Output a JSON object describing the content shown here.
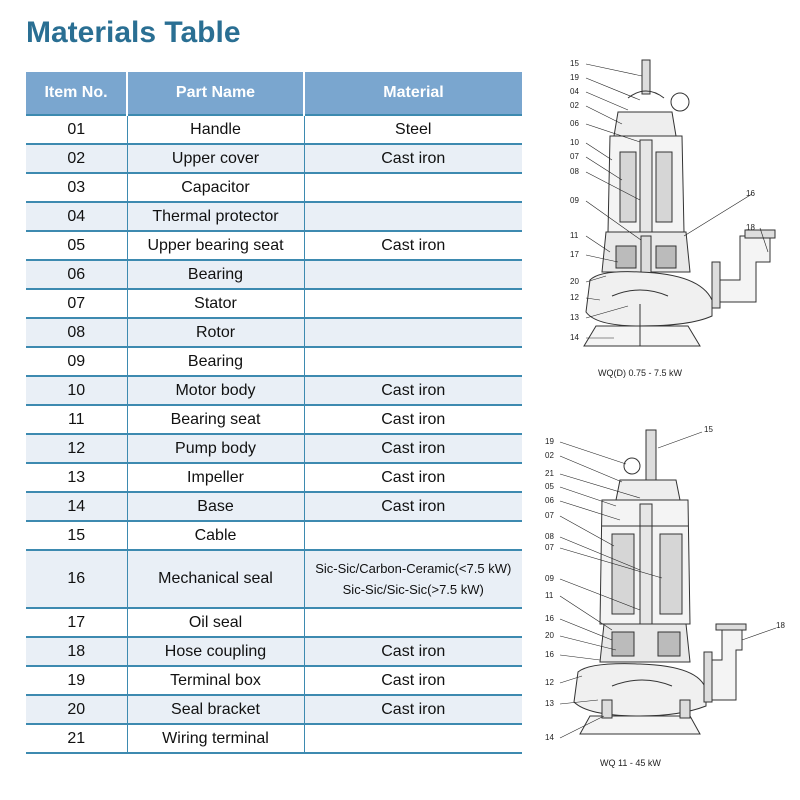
{
  "title": "Materials Table",
  "table": {
    "headers": [
      "Item No.",
      "Part Name",
      "Material"
    ],
    "rows": [
      {
        "no": "01",
        "part": "Handle",
        "material": "Steel"
      },
      {
        "no": "02",
        "part": "Upper cover",
        "material": "Cast iron"
      },
      {
        "no": "03",
        "part": "Capacitor",
        "material": ""
      },
      {
        "no": "04",
        "part": "Thermal protector",
        "material": ""
      },
      {
        "no": "05",
        "part": "Upper bearing seat",
        "material": "Cast iron"
      },
      {
        "no": "06",
        "part": "Bearing",
        "material": ""
      },
      {
        "no": "07",
        "part": "Stator",
        "material": ""
      },
      {
        "no": "08",
        "part": "Rotor",
        "material": ""
      },
      {
        "no": "09",
        "part": "Bearing",
        "material": ""
      },
      {
        "no": "10",
        "part": "Motor body",
        "material": "Cast iron"
      },
      {
        "no": "11",
        "part": "Bearing seat",
        "material": "Cast iron"
      },
      {
        "no": "12",
        "part": "Pump body",
        "material": "Cast iron"
      },
      {
        "no": "13",
        "part": "Impeller",
        "material": "Cast iron"
      },
      {
        "no": "14",
        "part": "Base",
        "material": "Cast iron"
      },
      {
        "no": "15",
        "part": "Cable",
        "material": ""
      },
      {
        "no": "16",
        "part": "Mechanical seal",
        "material": [
          "Sic-Sic/Carbon-Ceramic(<7.5 kW)",
          "Sic-Sic/Sic-Sic(>7.5 kW)"
        ]
      },
      {
        "no": "17",
        "part": "Oil seal",
        "material": ""
      },
      {
        "no": "18",
        "part": "Hose coupling",
        "material": "Cast iron"
      },
      {
        "no": "19",
        "part": "Terminal box",
        "material": "Cast iron"
      },
      {
        "no": "20",
        "part": "Seal bracket",
        "material": "Cast iron"
      },
      {
        "no": "21",
        "part": "Wiring terminal",
        "material": ""
      }
    ]
  },
  "diagrams": {
    "top": {
      "caption": "WQ(D) 0.75 - 7.5 kW",
      "left_labels": [
        "15",
        "19",
        "04",
        "02",
        "06",
        "10",
        "07",
        "08",
        "09",
        "11",
        "17",
        "20",
        "12",
        "13",
        "14"
      ],
      "right_labels": [
        "16",
        "18"
      ]
    },
    "bottom": {
      "caption": "WQ 11 - 45 kW",
      "left_labels": [
        "19",
        "02",
        "21",
        "05",
        "06",
        "07",
        "08",
        "07",
        "09",
        "11",
        "16",
        "20",
        "16",
        "12",
        "13",
        "14"
      ],
      "right_labels": [
        "15",
        "18"
      ]
    }
  },
  "colors": {
    "title": "#2a6f93",
    "header_bg": "#7aa6cf",
    "row_alt": "#e9eff6",
    "rule": "#3d8ab0"
  }
}
